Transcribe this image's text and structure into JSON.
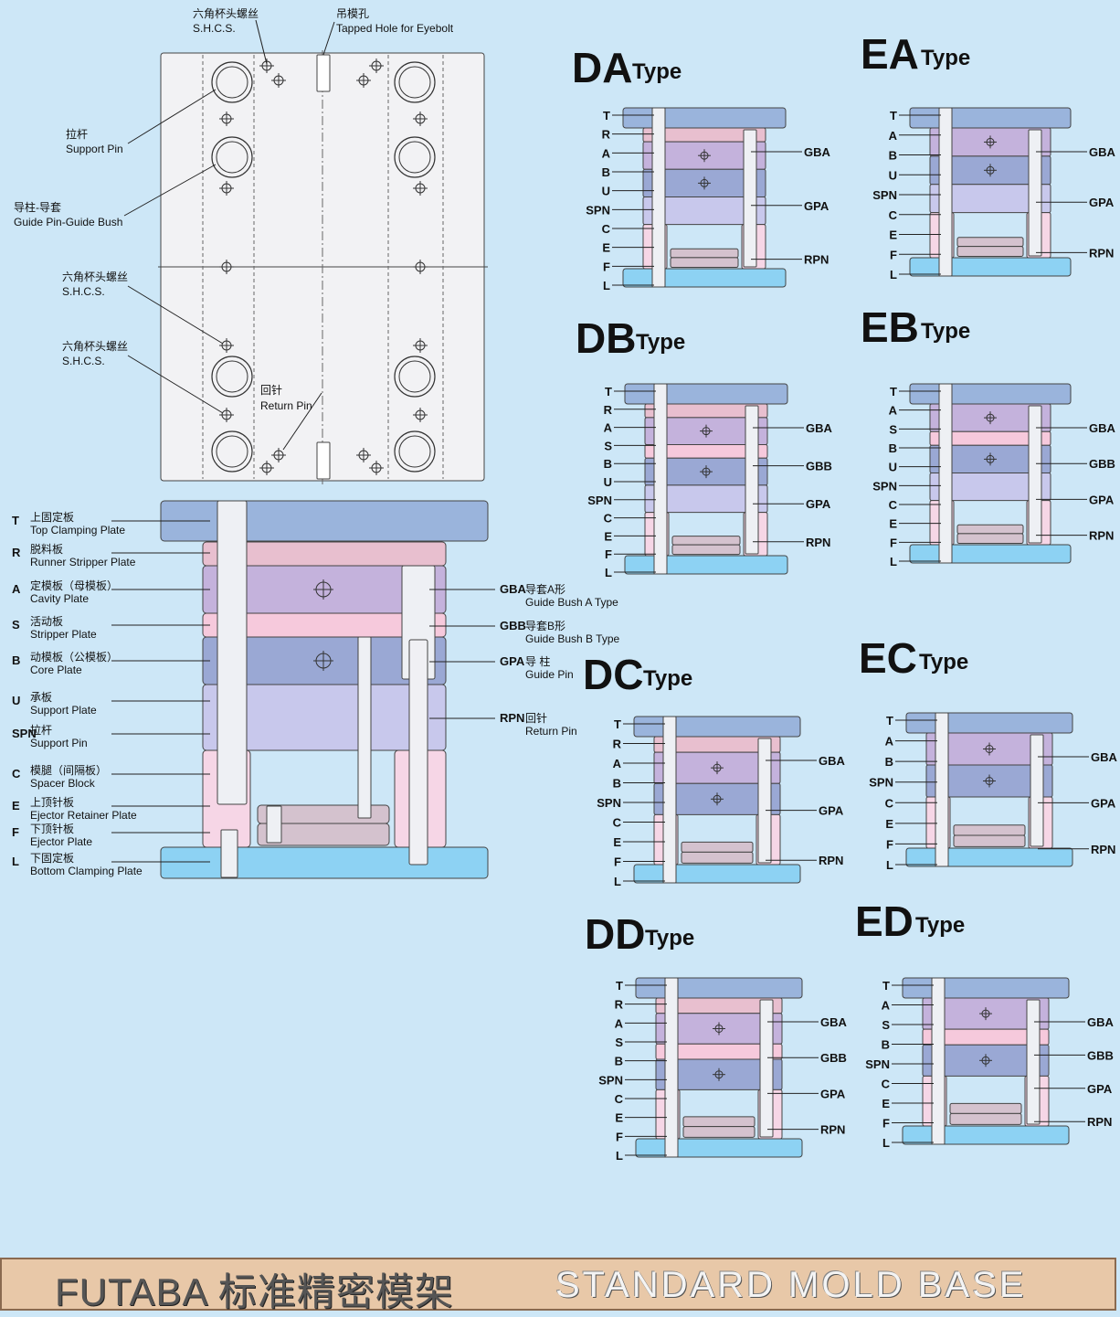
{
  "colors": {
    "background": "#cde7f7",
    "top_clamping": "#9ab4dc",
    "runner_stripper": "#e8bfcf",
    "cavity": "#c4b2dc",
    "stripper": "#f6c9dc",
    "core": "#9aa8d4",
    "support": "#c8c8ec",
    "spacer": "#f6d6e6",
    "ejector": "#d4c2ce",
    "bottom_clamping": "#8dd2f3",
    "footer_bg": "#e8c8a8"
  },
  "top_view": {
    "shcs_label_1_cn": "六角杯头螺丝",
    "shcs_label_1_en": "S.H.C.S.",
    "eyebolt_cn": "吊模孔",
    "eyebolt_en": "Tapped Hole for Eyebolt",
    "support_pin_cn": "拉杆",
    "support_pin_en": "Support Pin",
    "guide_cn": "导柱-导套",
    "guide_en": "Guide Pin-Guide Bush",
    "shcs_label_2_cn": "六角杯头螺丝",
    "shcs_label_2_en": "S.H.C.S.",
    "shcs_label_3_cn": "六角杯头螺丝",
    "shcs_label_3_en": "S.H.C.S.",
    "return_pin_cn": "回针",
    "return_pin_en": "Return Pin"
  },
  "main_section": {
    "left_labels": [
      {
        "code": "T",
        "cn": "上固定板",
        "en": "Top Clamping Plate"
      },
      {
        "code": "R",
        "cn": "脱料板",
        "en": "Runner Stripper Plate"
      },
      {
        "code": "A",
        "cn": "定模板（母模板）",
        "en": "Cavity Plate"
      },
      {
        "code": "S",
        "cn": "活动板",
        "en": "Stripper Plate"
      },
      {
        "code": "B",
        "cn": "动模板（公模板）",
        "en": "Core Plate"
      },
      {
        "code": "U",
        "cn": "承板",
        "en": "Support Plate"
      },
      {
        "code": "SPN",
        "cn": "拉杆",
        "en": "Support Pin"
      },
      {
        "code": "C",
        "cn": "模腿（间隔板）",
        "en": "Spacer Block"
      },
      {
        "code": "E",
        "cn": "上顶针板",
        "en": "Ejector Retainer Plate"
      },
      {
        "code": "F",
        "cn": "下顶针板",
        "en": "Ejector Plate"
      },
      {
        "code": "L",
        "cn": "下固定板",
        "en": "Bottom Clamping Plate"
      }
    ],
    "right_labels": [
      {
        "code": "GBA",
        "cn": "导套A形",
        "en": "Guide Bush A Type"
      },
      {
        "code": "GBB",
        "cn": "导套B形",
        "en": "Guide Bush B Type"
      },
      {
        "code": "GPA",
        "cn": "导 柱",
        "en": "Guide Pin"
      },
      {
        "code": "RPN",
        "cn": "回针",
        "en": "Return Pin"
      }
    ]
  },
  "types": [
    {
      "name": "DA",
      "word": "Type",
      "left": [
        "T",
        "R",
        "A",
        "B",
        "U",
        "SPN",
        "C",
        "E",
        "F",
        "L"
      ],
      "right": [
        "GBA",
        "GPA",
        "RPN"
      ]
    },
    {
      "name": "EA",
      "word": "Type",
      "left": [
        "T",
        "A",
        "B",
        "U",
        "SPN",
        "C",
        "E",
        "F",
        "L"
      ],
      "right": [
        "GBA",
        "GPA",
        "RPN"
      ]
    },
    {
      "name": "DB",
      "word": "Type",
      "left": [
        "T",
        "R",
        "A",
        "S",
        "B",
        "U",
        "SPN",
        "C",
        "E",
        "F",
        "L"
      ],
      "right": [
        "GBA",
        "GBB",
        "GPA",
        "RPN"
      ]
    },
    {
      "name": "EB",
      "word": "Type",
      "left": [
        "T",
        "A",
        "S",
        "B",
        "U",
        "SPN",
        "C",
        "E",
        "F",
        "L"
      ],
      "right": [
        "GBA",
        "GBB",
        "GPA",
        "RPN"
      ]
    },
    {
      "name": "DC",
      "word": "Type",
      "left": [
        "T",
        "R",
        "A",
        "B",
        "SPN",
        "C",
        "E",
        "F",
        "L"
      ],
      "right": [
        "GBA",
        "GPA",
        "RPN"
      ]
    },
    {
      "name": "EC",
      "word": "Type",
      "left": [
        "T",
        "A",
        "B",
        "SPN",
        "C",
        "E",
        "F",
        "L"
      ],
      "right": [
        "GBA",
        "GPA",
        "RPN"
      ]
    },
    {
      "name": "DD",
      "word": "Type",
      "left": [
        "T",
        "R",
        "A",
        "S",
        "B",
        "SPN",
        "C",
        "E",
        "F",
        "L"
      ],
      "right": [
        "GBA",
        "GBB",
        "GPA",
        "RPN"
      ]
    },
    {
      "name": "ED",
      "word": "Type",
      "left": [
        "T",
        "A",
        "S",
        "B",
        "SPN",
        "C",
        "E",
        "F",
        "L"
      ],
      "right": [
        "GBA",
        "GBB",
        "GPA",
        "RPN"
      ]
    }
  ],
  "footer": {
    "left_text": "FUTABA 标准精密模架",
    "right_text": "STANDARD MOLD BASE"
  }
}
